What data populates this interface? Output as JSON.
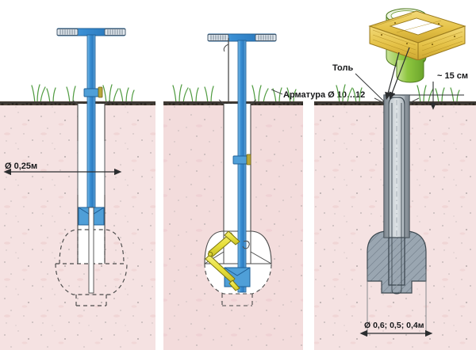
{
  "diagram": {
    "title_visible": false,
    "background": "#ffffff",
    "panels": [
      {
        "id": "panel-1",
        "name": "drilling-borehole",
        "tool": "hand-auger-t-handle",
        "tool_color": "#3a8fd4",
        "shows": "vertical borehole being drilled, dashed outline of future bell cavity",
        "labels": [
          "borehole-diameter"
        ]
      },
      {
        "id": "panel-2",
        "name": "widening-bell-with-expander",
        "tool": "auger-with-expander-blades",
        "tool_color": "#3a8fd4",
        "blade_color": "#e8e03a",
        "shows": "expander blades opened cutting the bell-shaped base",
        "labels": [
          "rebar"
        ]
      },
      {
        "id": "panel-3",
        "name": "finished-concrete-pile",
        "shows": "poured concrete pile with bell base, roofing-felt casing and timber formwork",
        "concrete_color": "#8d9aa6",
        "labels": [
          "roofing-felt",
          "stick-out-height",
          "bell-diameter"
        ]
      }
    ],
    "annotations": {
      "borehole_diameter": "Ø 0,25м",
      "rebar": "Арматура Ø 10…12",
      "roofing_felt": "Толь",
      "stick_out": "~ 15 см",
      "bell_diameter": "Ø 0,6;  0,5;  0,4м"
    },
    "colors": {
      "tool_blue": "#3a8fd4",
      "blade_yellow": "#e8e03a",
      "formwork_yellow": "#e8c63c",
      "felt_green": "#8ec63f",
      "soil_pink": "#f3dede",
      "concrete_gray": "#8d9aa6",
      "grass_green": "#4f9b3f",
      "line_dark": "#2b2d2f"
    },
    "formwork": {
      "name": "timber-formwork-box",
      "material": "wooden boards",
      "pipe": "roofing-felt cylinder"
    }
  }
}
